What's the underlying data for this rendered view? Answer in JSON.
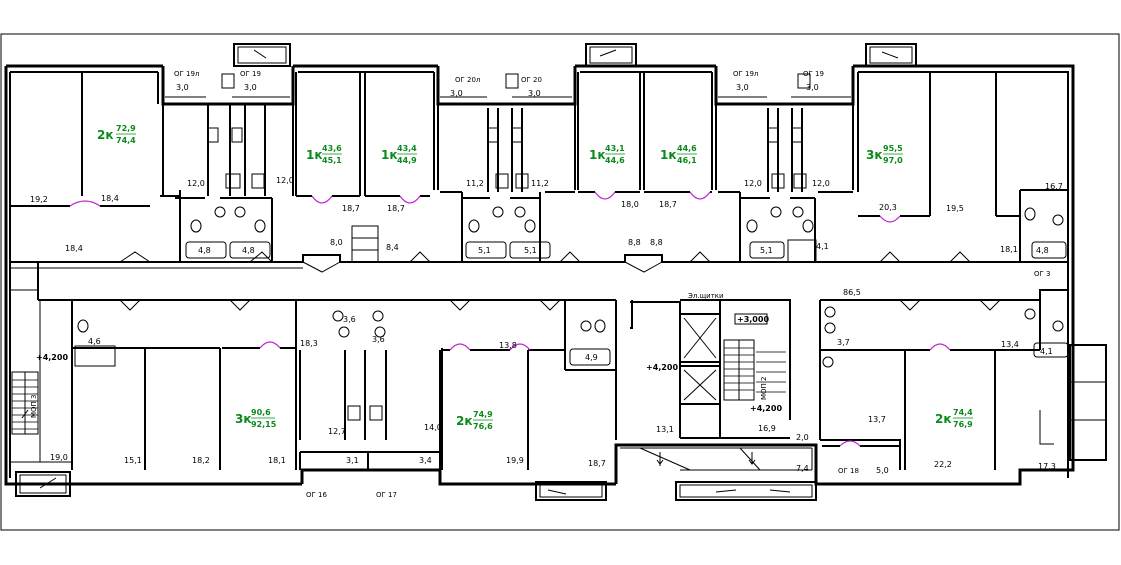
{
  "apartments": [
    {
      "rooms": "2к",
      "living": "72,9",
      "total": "74,4"
    },
    {
      "rooms": "1к",
      "living": "43,6",
      "total": "45,1"
    },
    {
      "rooms": "1к",
      "living": "43,4",
      "total": "44,9"
    },
    {
      "rooms": "1к",
      "living": "43,1",
      "total": "44,6"
    },
    {
      "rooms": "1к",
      "living": "44,6",
      "total": "46,1"
    },
    {
      "rooms": "3к",
      "living": "95,5",
      "total": "97,0"
    },
    {
      "rooms": "3к",
      "living": "90,6",
      "total": "92,15"
    },
    {
      "rooms": "2к",
      "living": "74,9",
      "total": "76,6"
    },
    {
      "rooms": "2к",
      "living": "74,4",
      "total": "76,9"
    }
  ],
  "areas": [
    "19,2",
    "18,4",
    "12,0",
    "12,0",
    "18,7",
    "18,7",
    "11,2",
    "11,2",
    "18,0",
    "18,7",
    "12,0",
    "12,0",
    "20,3",
    "19,5",
    "16,7",
    "18,4",
    "8,0",
    "8,4",
    "8,8",
    "8,8",
    "4,1",
    "18,1",
    "3,0",
    "3,0",
    "3,0",
    "3,0",
    "3,0",
    "3,0",
    "4,8",
    "4,8",
    "5,1",
    "5,1",
    "5,1",
    "4,8",
    "86,5",
    "4,6",
    "3,6",
    "3,6",
    "18,3",
    "13,8",
    "4,9",
    "3,7",
    "13,4",
    "4,1",
    "12,7",
    "14,0",
    "13,1",
    "16,9",
    "2,0",
    "13,7",
    "19,0",
    "15,1",
    "18,2",
    "18,1",
    "3,1",
    "3,4",
    "19,9",
    "18,7",
    "7,4",
    "5,0",
    "22,2",
    "17,3"
  ],
  "labels": {
    "og19l_a": "ОГ 19л",
    "og19_a": "ОГ 19",
    "og20l": "ОГ 20л",
    "og20": "ОГ 20",
    "og19l_b": "ОГ 19л",
    "og19_b": "ОГ 19",
    "og3": "ОГ 3",
    "og16": "ОГ 16",
    "og17": "ОГ 17",
    "og18": "ОГ 18",
    "el_shield": "Эл.щитки",
    "lvl_left": "+4,200",
    "lvl_mid": "+4,200",
    "lvl_lift": "+3,000",
    "lvl_lift2": "+4,200",
    "mop_left": "МОП 3",
    "mop_mid": "МОП 2"
  }
}
